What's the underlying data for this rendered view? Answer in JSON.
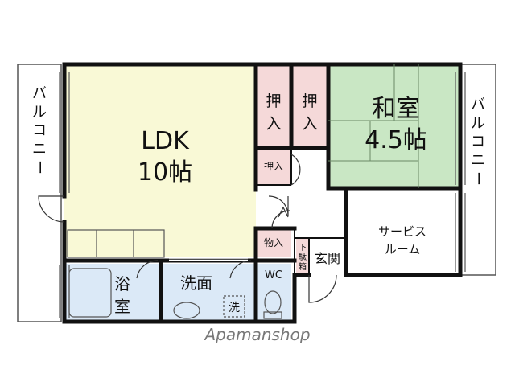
{
  "floorplan": {
    "balcony_left": [
      "バ",
      "ル",
      "コ",
      "ニ",
      "ー"
    ],
    "balcony_right": [
      "バ",
      "ル",
      "コ",
      "ニ",
      "ー"
    ],
    "ldk": {
      "line1": "LDK",
      "line2": "10帖"
    },
    "washitsu": {
      "line1": "和室",
      "line2": "4.5帖"
    },
    "closets": {
      "oshiire_a": [
        "押",
        "入"
      ],
      "oshiire_b": [
        "押",
        "入"
      ],
      "oshiire_small": "押入",
      "monoire": "物入"
    },
    "service_room": {
      "line1": "サービス",
      "line2": "ルーム"
    },
    "bath": [
      "浴",
      "室"
    ],
    "washroom": "洗面",
    "washer_mark": "洗",
    "wc": "WC",
    "shoe_box": [
      "下",
      "駄",
      "箱"
    ],
    "genkan": "玄関"
  },
  "watermark": "Apamanshop",
  "colors": {
    "ldk_fill": "#f9f9d6",
    "washitsu_fill": "#c9e7c4",
    "closet_fill": "#f5d9d9",
    "wet_fill": "#dbe9f7",
    "wall": "#111111"
  }
}
